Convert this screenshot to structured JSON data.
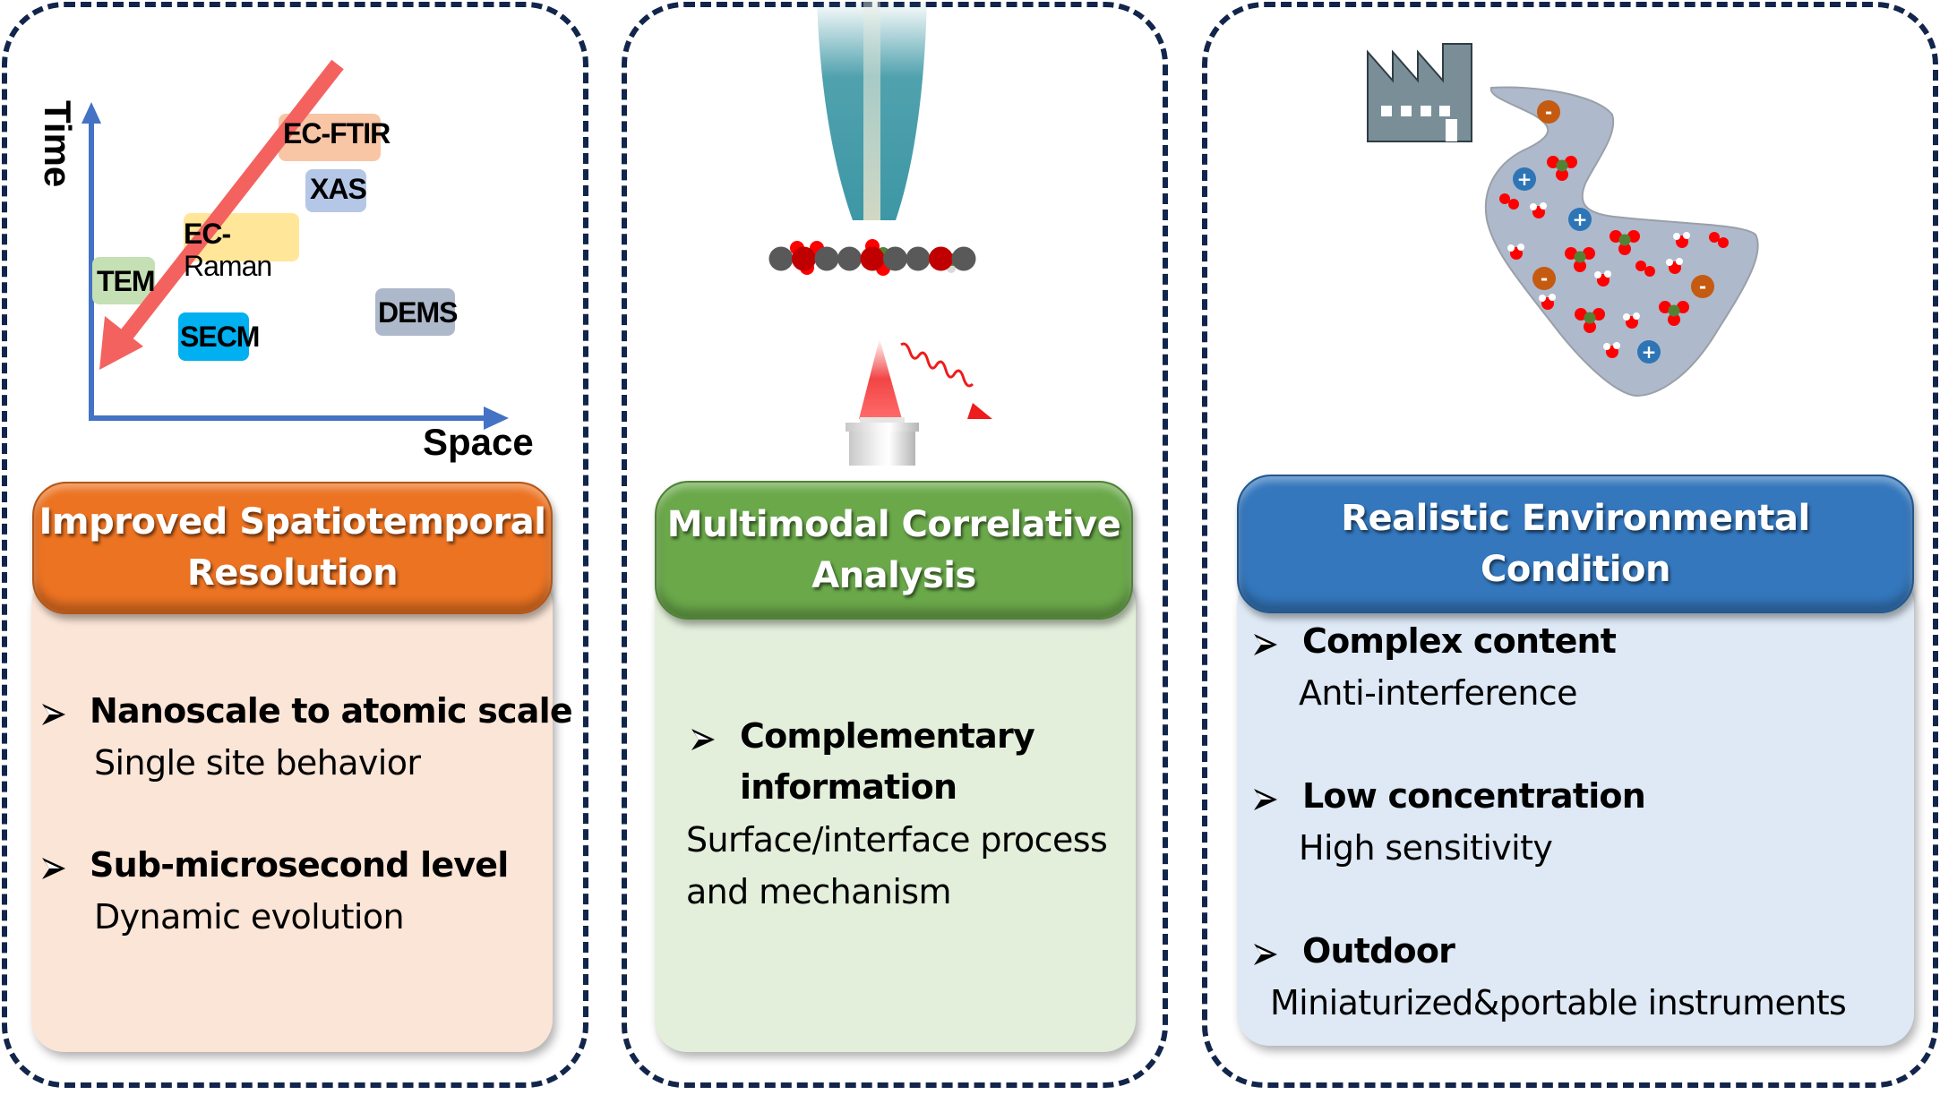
{
  "colors": {
    "border_dash": "#12254a",
    "panel1_header": "#ec7322",
    "panel1_body": "#fbe5d7",
    "panel2_header": "#6aa84a",
    "panel2_body": "#e3efdb",
    "panel3_header": "#3477bd",
    "panel3_body": "#dee9f5",
    "axis": "#4472c4",
    "trend_arrow": "#f4625f"
  },
  "panels": [
    {
      "id": "spatiotemporal",
      "illustration": {
        "type": "technique-map",
        "y_axis_label": "Time",
        "x_axis_label": "Space",
        "trend_arrow": "red diagonal arrow pointing toward origin (smaller space & time scales)",
        "techniques": [
          {
            "label": "EC-FTIR",
            "color": "#f8c5a5"
          },
          {
            "label": "XAS",
            "color": "#b4c7e7"
          },
          {
            "label_line1": "EC-",
            "label_line2": "Raman",
            "label": "EC-Raman",
            "color": "#ffe699"
          },
          {
            "label": "TEM",
            "color": "#c5e0b4"
          },
          {
            "label": "SECM",
            "color": "#00b0f0"
          },
          {
            "label": "DEMS",
            "color": "#adb9ca"
          }
        ]
      },
      "header": {
        "line1": "Improved Spatiotemporal",
        "line2": "Resolution"
      },
      "bullets": [
        {
          "title": "Nanoscale to atomic scale",
          "subtitle": "Single site behavior"
        },
        {
          "title": "Sub-microsecond level",
          "subtitle": "Dynamic evolution"
        }
      ]
    },
    {
      "id": "multimodal",
      "illustration": {
        "type": "probe-and-laser",
        "elements": [
          "probe-tip",
          "adsorbed-molecules",
          "electrode-atom-row",
          "laser-beam",
          "scattered-light",
          "microscope-objective"
        ]
      },
      "header": {
        "line1": "Multimodal Correlative",
        "line2": "Analysis"
      },
      "bullets": [
        {
          "title_line1": "Complementary",
          "title_line2": "information",
          "subtitle_line1": "Surface/interface process",
          "subtitle_line2": "and mechanism"
        }
      ]
    },
    {
      "id": "environment",
      "illustration": {
        "type": "factory-effluent",
        "ions": {
          "negative_symbol": "-",
          "positive_symbol": "+"
        }
      },
      "header": {
        "line1": "Realistic Environmental",
        "line2": "Condition"
      },
      "bullets": [
        {
          "title": "Complex content",
          "subtitle": "Anti-interference"
        },
        {
          "title": "Low concentration",
          "subtitle": "High sensitivity"
        },
        {
          "title": "Outdoor",
          "subtitle": "Miniaturized&portable instruments"
        }
      ]
    }
  ]
}
